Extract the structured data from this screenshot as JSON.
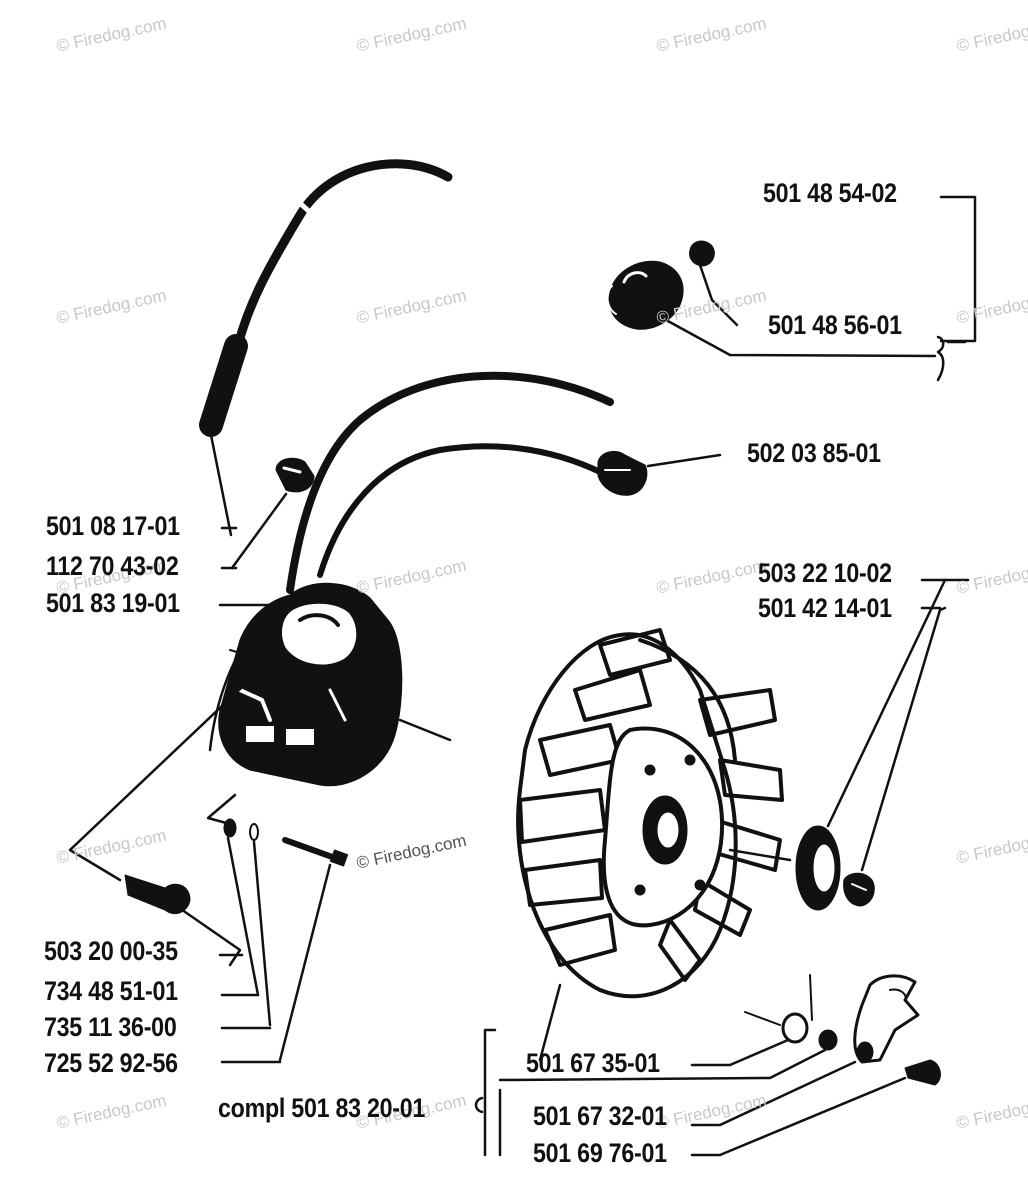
{
  "diagram": {
    "watermark_text": "© Firedog.com",
    "ink_color": "#111111",
    "parts": {
      "p1": "501 48 54-02",
      "p2": "501 48 56-01",
      "p3": "502 03 85-01",
      "p4": "501 08 17-01",
      "p5": "112 70 43-02",
      "p6": "501 83 19-01",
      "p7": "503 22 10-02",
      "p8": "501 42 14-01",
      "p9": "503 20 00-35",
      "p10": "734 48 51-01",
      "p11": "735 11 36-00",
      "p12": "725 52 92-56",
      "p13": "501 67 35-01",
      "p14": "compl 501 83 20-01",
      "p15": "501 67 32-01",
      "p16": "501 69 76-01"
    }
  }
}
